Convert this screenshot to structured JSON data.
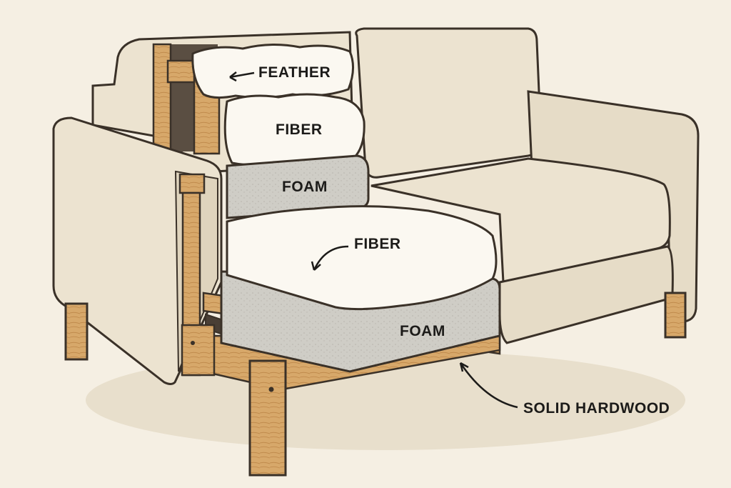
{
  "labels": {
    "feather": "FEATHER",
    "fiber_back": "FIBER",
    "foam_back": "FOAM",
    "fiber_seat": "FIBER",
    "foam_seat": "FOAM",
    "hardwood": "SOLID HARDWOOD"
  },
  "colors": {
    "background": "#f5efe3",
    "upholstery": "#ece3d0",
    "wood": "#d7a86a",
    "foam": "#c9c7c0",
    "fiber": "#fbf8f1",
    "outline": "#3a3128"
  }
}
